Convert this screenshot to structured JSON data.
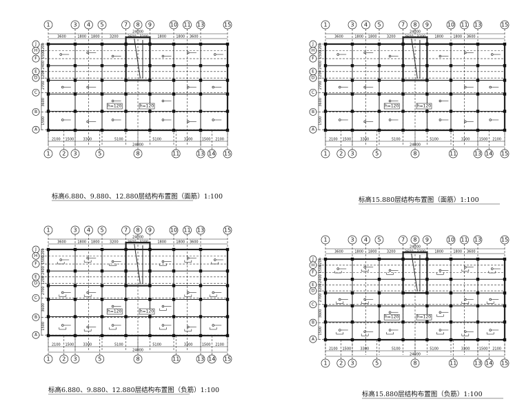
{
  "drawings": [
    {
      "key": "a",
      "title": "标高6.880、9.880、12.880层结构布置图（面筋）1:100",
      "axes_top": [
        "1",
        "3",
        "4",
        "5",
        "7",
        "8",
        "9",
        "10",
        "11",
        "13",
        "15"
      ],
      "axes_bottom": [
        "1",
        "2",
        "3",
        "5",
        "8",
        "11",
        "13",
        "14",
        "15"
      ],
      "axes_left": [
        "J",
        "H",
        "F",
        "E",
        "D",
        "C",
        "B",
        "A"
      ],
      "dims_top": [
        "3600",
        "1800",
        "1800",
        "3200",
        "3600",
        "3200",
        "1800",
        "1800",
        "3600"
      ],
      "dims_bottom": [
        "2100",
        "1500",
        "3300",
        "5100",
        "5100",
        "3300",
        "1500",
        "2100"
      ],
      "dims_left": [
        "1200",
        "1500",
        "2400",
        "1200",
        "2700",
        "3600",
        "1500"
      ],
      "overall": "24000",
      "slab_labels": [
        "h=120",
        "h=120"
      ]
    },
    {
      "key": "b",
      "title": "标高15.880层结构布置图（面筋）1:100",
      "axes_top": [
        "1",
        "3",
        "4",
        "5",
        "7",
        "8",
        "9",
        "10",
        "11",
        "13",
        "15"
      ],
      "axes_bottom": [
        "1",
        "2",
        "3",
        "5",
        "8",
        "11",
        "13",
        "14",
        "15"
      ],
      "axes_left": [
        "J",
        "H",
        "F",
        "E",
        "D",
        "C",
        "B",
        "A"
      ],
      "dims_top": [
        "3600",
        "1800",
        "1800",
        "3200",
        "3600",
        "3200",
        "1800",
        "1800",
        "3600"
      ],
      "dims_bottom": [
        "2100",
        "1500",
        "3300",
        "5100",
        "5100",
        "3300",
        "1500",
        "2100"
      ],
      "dims_left": [
        "1200",
        "1500",
        "2400",
        "1200",
        "2700",
        "3600",
        "1500"
      ],
      "overall": "24000",
      "slab_labels": [
        "h=120",
        "h=120"
      ]
    },
    {
      "key": "c",
      "title": "标高6.880、9.880、12.880层结构布置图（负筋）1:100",
      "axes_top": [
        "1",
        "3",
        "4",
        "5",
        "7",
        "8",
        "9",
        "10",
        "11",
        "13",
        "15"
      ],
      "axes_bottom": [
        "1",
        "2",
        "3",
        "5",
        "8",
        "11",
        "13",
        "14",
        "15"
      ],
      "axes_left": [
        "J",
        "H",
        "F",
        "E",
        "D",
        "C",
        "B",
        "A"
      ],
      "dims_top": [
        "3600",
        "1800",
        "1800",
        "3200",
        "3600",
        "3200",
        "1800",
        "1800",
        "3600"
      ],
      "dims_bottom": [
        "2100",
        "1500",
        "3300",
        "5100",
        "5100",
        "3300",
        "1500",
        "2100"
      ],
      "dims_left": [
        "1200",
        "1500",
        "2400",
        "1200",
        "2700",
        "3600",
        "1500"
      ],
      "overall": "24000",
      "slab_labels": [
        "h=120",
        "h=120"
      ]
    },
    {
      "key": "d",
      "title": "标高15.880层结构布置图（负筋）1:100",
      "axes_top": [
        "1",
        "3",
        "4",
        "5",
        "7",
        "8",
        "9",
        "10",
        "11",
        "13",
        "15"
      ],
      "axes_bottom": [
        "1",
        "2",
        "3",
        "5",
        "8",
        "11",
        "13",
        "14",
        "15"
      ],
      "axes_left": [
        "J",
        "H",
        "F",
        "E",
        "D",
        "C",
        "B",
        "A"
      ],
      "dims_top": [
        "3600",
        "1800",
        "1800",
        "3200",
        "3600",
        "3200",
        "1800",
        "1800",
        "3600"
      ],
      "dims_bottom": [
        "2100",
        "1500",
        "3300",
        "5100",
        "5100",
        "3300",
        "1500",
        "2100"
      ],
      "dims_left": [
        "1200",
        "1500",
        "2400",
        "1200",
        "2700",
        "3600",
        "1500"
      ],
      "overall": "24000",
      "slab_labels": [
        "h=120",
        "h=120"
      ]
    }
  ]
}
